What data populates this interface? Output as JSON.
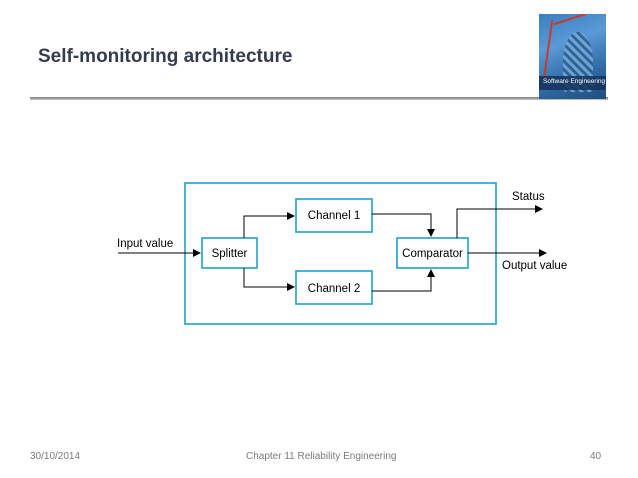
{
  "slide": {
    "title": "Self-monitoring architecture"
  },
  "book_cover": {
    "label": "Software Engineering"
  },
  "diagram": {
    "input_label": "Input value",
    "splitter_label": "Splitter",
    "channel1_label": "Channel 1",
    "channel2_label": "Channel 2",
    "comparator_label": "Comparator",
    "status_label": "Status",
    "output_label": "Output value"
  },
  "colors": {
    "accent": "#1fa0c8",
    "title": "#333c4e",
    "footer": "#7a7a7a"
  },
  "footer": {
    "date": "30/10/2014",
    "chapter": "Chapter 11 Reliability Engineering",
    "page": "40"
  }
}
